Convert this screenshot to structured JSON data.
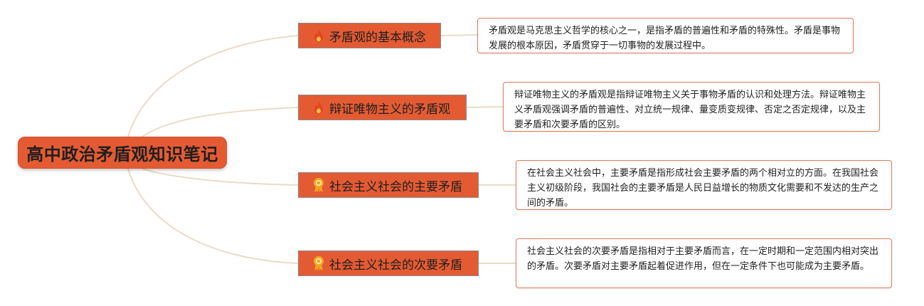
{
  "root": {
    "title": "高中政治矛盾观知识笔记"
  },
  "branches": [
    {
      "label": "矛盾观的基本概念",
      "icon": "fire-icon",
      "note": "矛盾观是马克思主义哲学的核心之一，是指矛盾的普遍性和矛盾的特殊性。矛盾是事物发展的根本原因，矛盾贯穿于一切事物的发展过程中。"
    },
    {
      "label": "辩证唯物主义的矛盾观",
      "icon": "fire-icon",
      "note": "辩证唯物主义的矛盾观是指辩证唯物主义关于事物矛盾的认识和处理方法。辩证唯物主义矛盾观强调矛盾的普遍性、对立统一规律、量变质变规律、否定之否定规律，以及主要矛盾和次要矛盾的区别。"
    },
    {
      "label": "社会主义社会的主要矛盾",
      "icon": "award-ribbon-icon",
      "note": "在社会主义社会中，主要矛盾是指形成社会主要矛盾的两个相对立的方面。在我国社会主义初级阶段，我国社会的主要矛盾是人民日益增长的物质文化需要和不发达的生产之间的矛盾。"
    },
    {
      "label": "社会主义社会的次要矛盾",
      "icon": "award-ribbon-icon",
      "note": "社会主义社会的次要矛盾是指相对于主要矛盾而言，在一定时期和一定范围内相对突出的矛盾。次要矛盾对主要矛盾起着促进作用，但在一定条件下也可能成为主要矛盾。"
    }
  ],
  "colors": {
    "node_fill": "#e45b33",
    "connector": "#e8dcc6",
    "note_border": "#e07a5c",
    "fire_icon": "#e8441c",
    "award_icon": "#f0a81c"
  }
}
